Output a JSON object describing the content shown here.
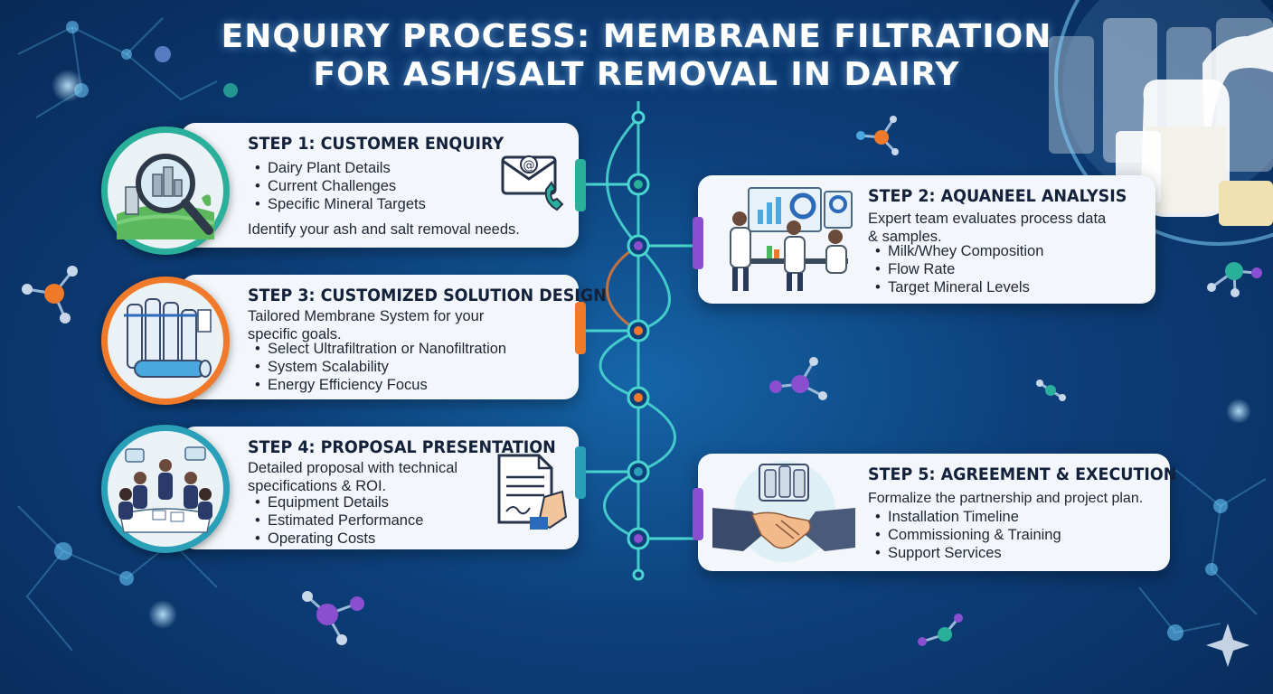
{
  "title": {
    "line1": "ENQUIRY PROCESS: MEMBRANE FILTRATION",
    "line2": "FOR ASH/SALT REMOVAL IN DAIRY"
  },
  "steps": {
    "s1": {
      "heading": "STEP 1: CUSTOMER ENQUIRY",
      "bullets": [
        "Dairy Plant Details",
        "Current Challenges",
        "Specific Mineral Targets"
      ],
      "note": "Identify your ash and salt removal needs."
    },
    "s2": {
      "heading": "STEP 2: AQUANEEL ANALYSIS",
      "intro": [
        "Expert team evaluates process data",
        "& samples."
      ],
      "bullets": [
        "Milk/Whey Composition",
        "Flow Rate",
        "Target Mineral Levels"
      ]
    },
    "s3": {
      "heading": "STEP 3: CUSTOMIZED SOLUTION DESIGN",
      "intro": [
        "Tailored Membrane System for your",
        "specific goals."
      ],
      "bullets": [
        "Select Ultrafiltration or Nanofiltration",
        "System Scalability",
        "Energy Efficiency Focus"
      ]
    },
    "s4": {
      "heading": "STEP 4: PROPOSAL PRESENTATION",
      "intro": [
        "Detailed proposal with technical",
        "specifications & ROI."
      ],
      "bullets": [
        "Equipment Details",
        "Estimated Performance",
        "Operating Costs"
      ]
    },
    "s5": {
      "heading": "STEP 5: AGREEMENT & EXECUTION",
      "intro": [
        "Formalize the partnership and project plan."
      ],
      "bullets": [
        "Installation Timeline",
        "Commissioning & Training",
        "Support Services"
      ]
    }
  },
  "icons": {
    "s1": "magnifier-over-plant-icon",
    "s1_contact": "email-phone-icon",
    "s2": "lab-team-analysis-icon",
    "s3": "membrane-filtration-unit-icon",
    "s4": "meeting-team-icon",
    "s4_doc": "signed-document-icon",
    "s5": "handshake-equipment-icon"
  },
  "colors": {
    "step1": "#2ab09a",
    "step2": "#8a4fd0",
    "step3": "#f07a2a",
    "step4": "#2a9fb8",
    "step5": "#8a4fd0",
    "timeline": "#4ad6d0"
  }
}
